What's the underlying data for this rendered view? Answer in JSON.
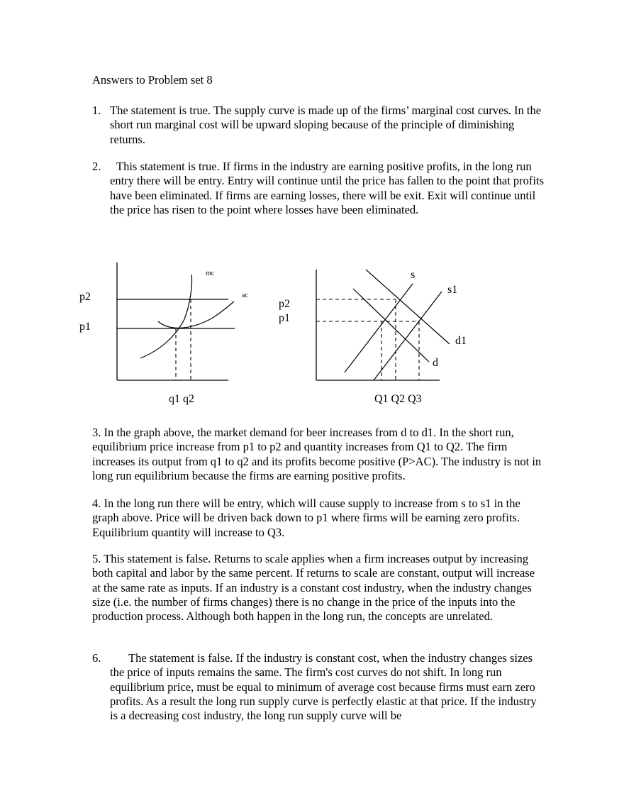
{
  "title": "Answers to Problem set 8",
  "items": [
    {
      "number": "1.",
      "text": "The statement is true. The supply curve is made up of the firms’ marginal cost curves. In the short run marginal cost will be upward sloping because of the principle of diminishing returns."
    },
    {
      "number": "2.",
      "text": "This statement is true. If firms in the industry are earning positive profits, in the long run entry there will be entry. Entry will continue until the price has fallen to the point that profits have been eliminated. If firms are earning losses, there will be exit. Exit will continue until the price has risen to the point where losses have been eliminated."
    }
  ],
  "graphs": {
    "firm": {
      "y_labels": [
        "p2",
        "p1"
      ],
      "curve_labels": [
        "mc",
        "ac"
      ],
      "x_labels": "q1 q2"
    },
    "market": {
      "y_labels": [
        "p2",
        "p1"
      ],
      "curve_labels": [
        "s",
        "s1",
        "d1",
        "d"
      ],
      "x_labels": "Q1 Q2 Q3"
    }
  },
  "paragraphs": [
    "3. In the graph above, the market demand for beer increases from d to d1. In the short run, equilibrium price increase from p1 to p2 and quantity increases from Q1 to Q2. The firm increases its output from q1 to q2 and its profits become positive (P>AC). The industry is not in long run equilibrium because the firms are earning positive profits.",
    "4. In the long run there will be entry, which will cause supply to increase from s to s1 in the graph above. Price will be driven back down to p1 where firms will be earning zero profits. Equilibrium quantity will increase to Q3.",
    "5. This statement is false. Returns to scale applies when a firm increases output by increasing both capital and labor by the same percent. If returns to scale are constant, output will increase at the same rate as inputs. If an industry is a constant cost industry, when the industry changes size (i.e. the number of firms changes) there is no change in the price of the inputs into the production process.  Although both happen in the long run, the concepts are unrelated."
  ],
  "item6": {
    "number": "6.",
    "text": "The statement is false. If the industry is constant cost, when the industry changes sizes the price of inputs remains the same. The firm's cost curves do not shift. In long run equilibrium price, must be equal to minimum of average cost because firms must earn zero profits. As a result the long run supply curve is perfectly elastic at that price. If the industry is a decreasing cost industry, the long run supply curve will be"
  }
}
